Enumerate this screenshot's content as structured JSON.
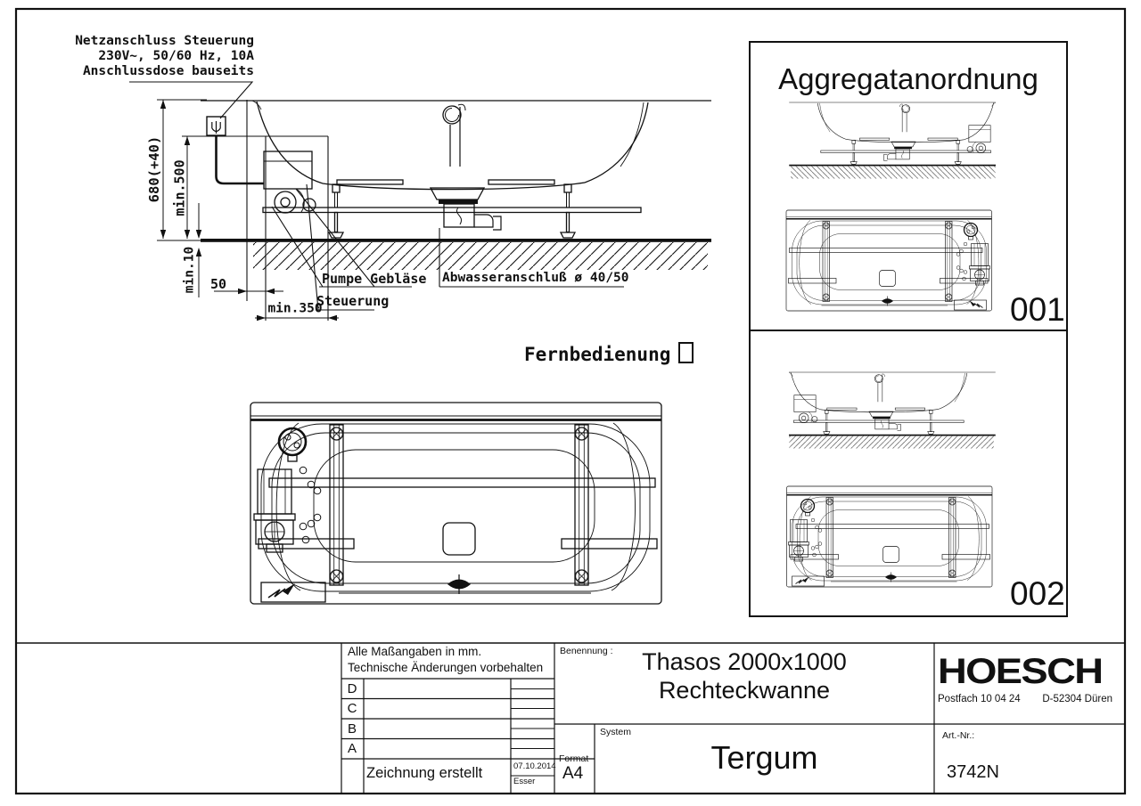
{
  "sheet": {
    "bg_color": "#ffffff",
    "line_color": "#000000"
  },
  "side_view": {
    "power_note_line1": "Netzanschluss Steuerung",
    "power_note_line2": "230V~, 50/60 Hz, 10A",
    "power_note_line3": "Anschlussdose bauseits",
    "dim_total_height": "680(+40)",
    "dim_min_height": "min.500",
    "dim_floor_clearance": "min.10",
    "dim_wall_offset": "50",
    "dim_niche_width": "min.350",
    "label_pump_blower": "Pumpe Gebläse",
    "label_control_unit": "Steuerung",
    "label_waste_connection": "Abwasseranschluß ø 40/50",
    "label_remote_control": "Fernbedienung"
  },
  "aggregat_panel": {
    "title": "Aggregatanordnung",
    "variant_1_label": "001",
    "variant_2_label": "002"
  },
  "title_block": {
    "note_line1": "Alle Maßangaben in mm.",
    "note_line2": "Technische Änderungen vorbehalten",
    "revisions": [
      "D",
      "C",
      "B",
      "A"
    ],
    "created_label": "Zeichnung erstellt",
    "created_date": "07.10.2014",
    "created_by": "Esser",
    "benennung_label": "Benennung :",
    "benennung_line1": "Thasos 2000x1000",
    "benennung_line2": "Rechteckwanne",
    "system_label": "System",
    "system_value": "Tergum",
    "format_label": "Format",
    "format_value": "A4",
    "logo_text": "HOESCH",
    "address_left": "Postfach 10 04 24",
    "address_right": "D-52304 Düren",
    "artnr_label": "Art.-Nr.:",
    "artnr_value": "3742N"
  }
}
